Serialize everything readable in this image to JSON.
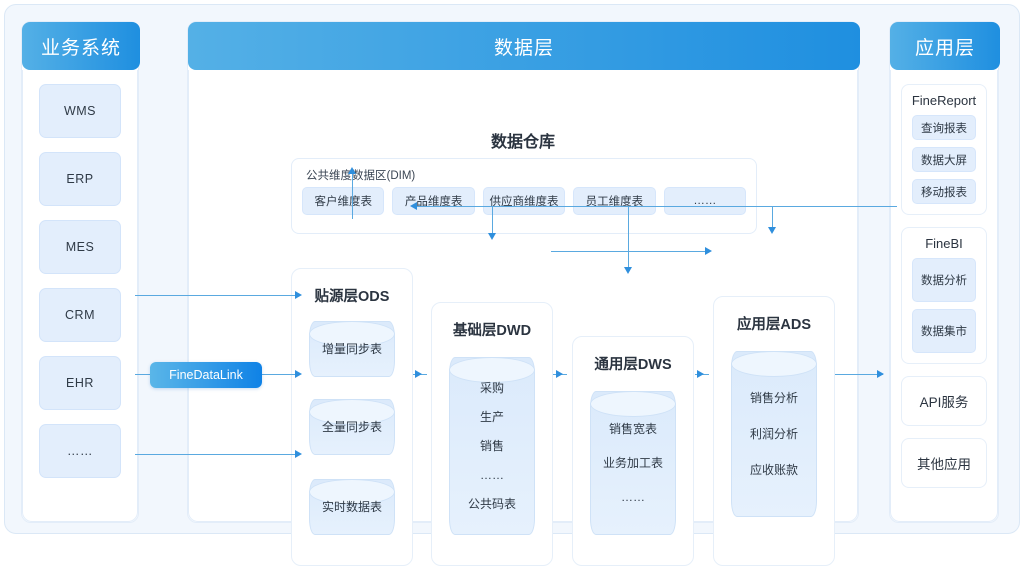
{
  "business": {
    "title": "业务系统",
    "items": [
      {
        "label": "WMS"
      },
      {
        "label": "ERP"
      },
      {
        "label": "MES"
      },
      {
        "label": "CRM"
      },
      {
        "label": "EHR"
      },
      {
        "label": "……"
      }
    ]
  },
  "data_layer": {
    "title": "数据层",
    "warehouse_title": "数据仓库",
    "dim": {
      "label": "公共维度数据区(DIM)",
      "chips": [
        "客户维度表",
        "产品维度表",
        "供应商维度表",
        "员工维度表",
        "……"
      ]
    },
    "layers": [
      {
        "title": "贴源层ODS",
        "tables": [
          "增量同步表",
          "全量同步表",
          "实时数据表"
        ]
      },
      {
        "title": "基础层DWD",
        "tables": [
          "采购",
          "生产",
          "销售",
          "……",
          "公共码表"
        ]
      },
      {
        "title": "通用层DWS",
        "tables": [
          "销售宽表",
          "业务加工表",
          "……"
        ]
      },
      {
        "title": "应用层ADS",
        "tables": [
          "销售分析",
          "利润分析",
          "应收账款"
        ]
      }
    ]
  },
  "integration": {
    "badge": "FineDataLink"
  },
  "application": {
    "title": "应用层",
    "groups": [
      {
        "title": "FineReport",
        "chips": [
          "查询报表",
          "数据大屏",
          "移动报表"
        ]
      },
      {
        "title": "FineBI",
        "chips": [
          "数据分析",
          "数据集市"
        ]
      }
    ],
    "plain": [
      "API服务",
      "其他应用"
    ]
  },
  "colors": {
    "header_gradient_start": "#54b0e6",
    "header_gradient_end": "#1f8fe0",
    "canvas_bg": "#f2f7fd",
    "chip_bg": "#e3eefc",
    "connector": "#5aa9e0",
    "arrow": "#2f8fdd",
    "badge_gradient_start": "#5ab6e8",
    "badge_gradient_end": "#0f82e6"
  }
}
